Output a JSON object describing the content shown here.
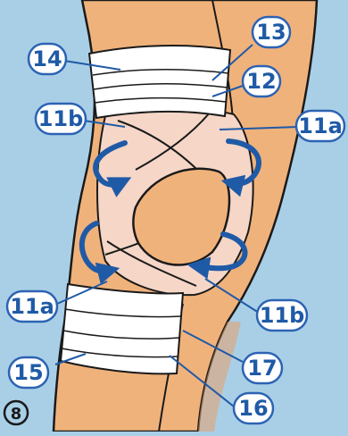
{
  "figure": {
    "step_number": "8",
    "colors": {
      "background": "#a9cfe7",
      "skin": "#f0b27b",
      "skin_shade": "#e7a06a",
      "tape": "#f5d6c7",
      "bandage": "#ffffff",
      "outline": "#1a1a1a",
      "label": "#1f5aa6",
      "label_fill": "#ffffff",
      "label_stroke": "#2c63b3"
    },
    "callouts": [
      {
        "id": "c14",
        "text": "14"
      },
      {
        "id": "c13",
        "text": "13"
      },
      {
        "id": "c12",
        "text": "12"
      },
      {
        "id": "c11b_top",
        "text": "11b"
      },
      {
        "id": "c11a_top",
        "text": "11a"
      },
      {
        "id": "c11a_bottom",
        "text": "11a"
      },
      {
        "id": "c11b_bottom",
        "text": "11b"
      },
      {
        "id": "c15",
        "text": "15"
      },
      {
        "id": "c17",
        "text": "17"
      },
      {
        "id": "c16",
        "text": "16"
      }
    ],
    "direction_arrows": [
      "rotate-arrow-icon",
      "rotate-arrow-icon",
      "rotate-arrow-icon",
      "rotate-arrow-icon"
    ]
  }
}
